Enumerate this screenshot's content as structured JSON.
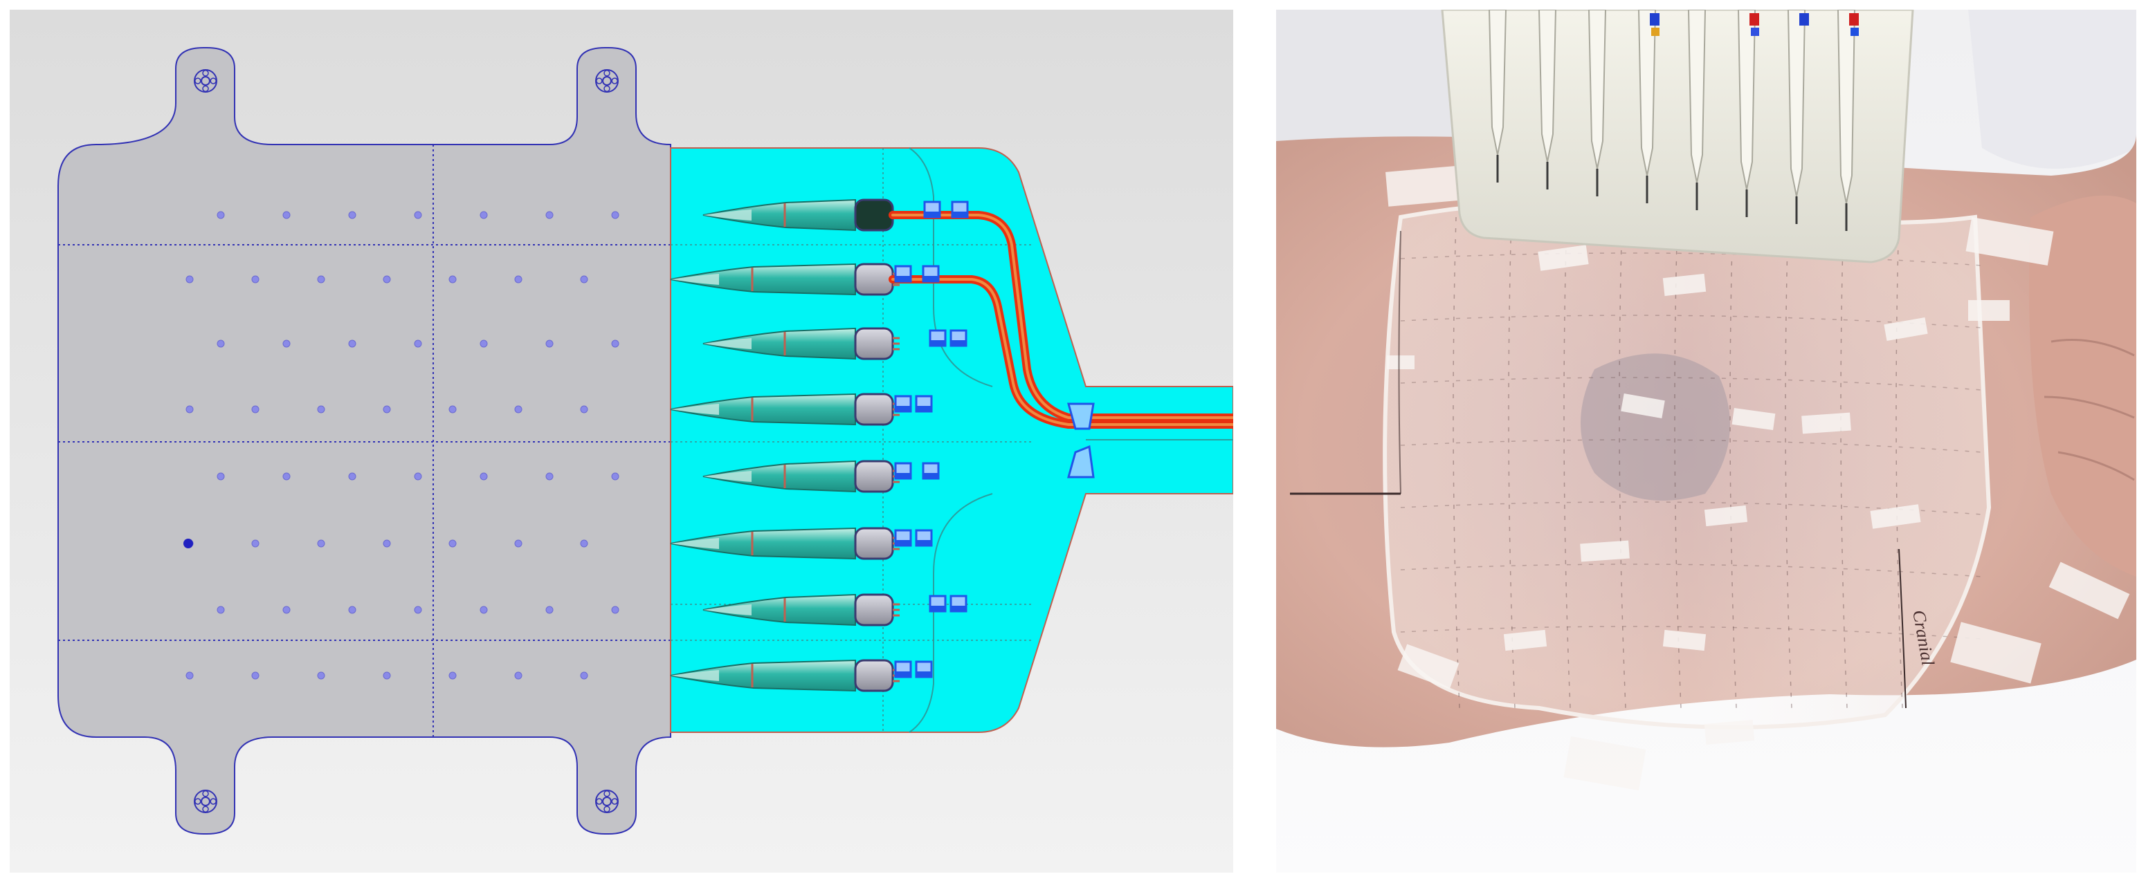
{
  "figure": {
    "left_panel": {
      "description_name": "cad-layout",
      "colors": {
        "background_top": "#dcdcdc",
        "background_bottom": "#f2f2f2",
        "pad_fill": "#c3c3c7",
        "pad_outline": "#3232b4",
        "fluid_region": "#00f5f5",
        "needle_body": "#2fb8a8",
        "needle_tip": "#bde8df",
        "needle_cap": "#a8a8b4",
        "tube_red": "#e83010",
        "tube_orange": "#f08a40",
        "connector_blue": "#1f55e8",
        "dot_blue": "#8a8ae8"
      },
      "needle_count": 8,
      "active_tubes": 2,
      "dot_grid": {
        "rows": 8,
        "cols": 7
      },
      "mounting_tabs": 4
    },
    "right_panel": {
      "description_name": "clinical-photo",
      "colors": {
        "skin": "#d9a999",
        "film": "#efe0dc",
        "sheet": "#f6f6f8",
        "holder": "#ecebe0",
        "tape": "#f8f5f2"
      },
      "needle_holders": 8,
      "handwritten_label": "Cranial"
    }
  }
}
